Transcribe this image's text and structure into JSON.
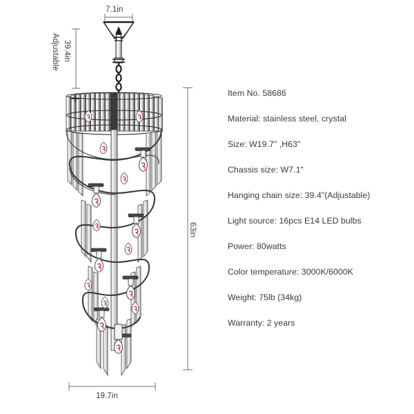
{
  "product": {
    "type": "spiral crystal chandelier",
    "view": "technical line drawing, front elevation"
  },
  "dimensions": {
    "chassis_width": "7.1in",
    "hanging_chain": "39.4in",
    "hanging_chain_note": "Adjustable",
    "total_height": "63in",
    "total_width": "19.7in"
  },
  "specs": [
    {
      "key": "item-no",
      "text": "Item No. 58686"
    },
    {
      "key": "material",
      "text": "Material: stainless steel, crystal"
    },
    {
      "key": "size",
      "text": "Size: W19.7\" ,H63\""
    },
    {
      "key": "chassis-size",
      "text": "Chassis size: W7.1\""
    },
    {
      "key": "hanging-chain",
      "text": "Hanging chain size: 39.4\"(Adjustable)"
    },
    {
      "key": "light-source",
      "text": "Light source: 16pcs E14 LED bulbs"
    },
    {
      "key": "power",
      "text": "Power: 80watts"
    },
    {
      "key": "color-temperature",
      "text": "Color temperature: 3000K/6000K"
    },
    {
      "key": "weight",
      "text": "Weight: 75lb (34kg)"
    },
    {
      "key": "warranty",
      "text": "Warranty: 2 years"
    }
  ],
  "colors": {
    "background": "#ffffff",
    "line": "#4a4a4a",
    "text": "#3a3a3a",
    "dimension_line": "#6f6f6f",
    "bulb_filament": "#d02b2b",
    "crystal_fill": "#ffffff",
    "metal_dark": "#1d1d1d"
  },
  "counts": {
    "bulbs_visible": 16,
    "crystal_rods_top_band": 20
  }
}
